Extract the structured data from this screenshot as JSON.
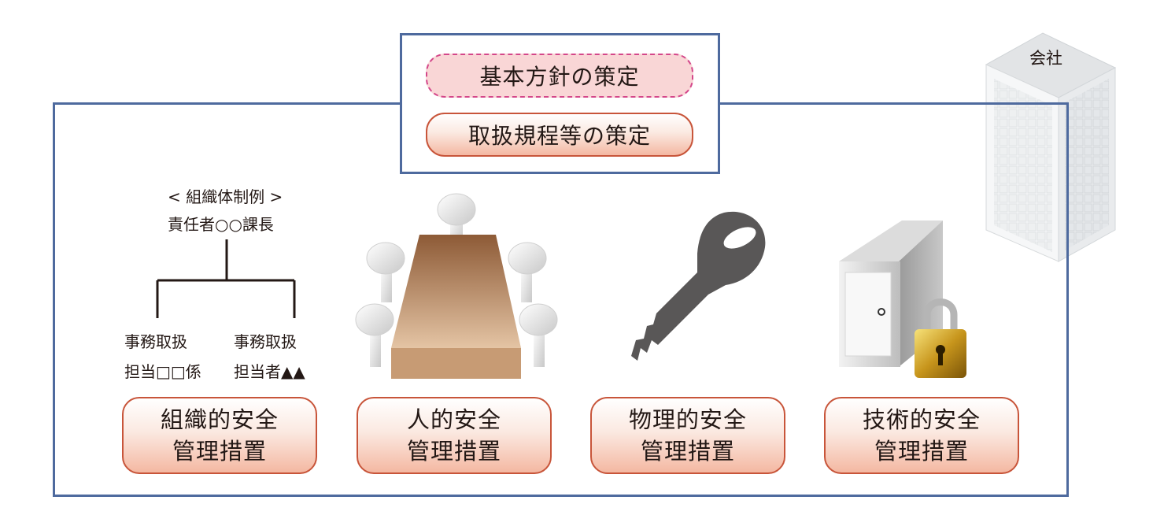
{
  "policy": {
    "basic_policy": "基本方針の策定",
    "handling_rules": "取扱規程等の策定"
  },
  "company_label": "会社",
  "org_example": {
    "title": "< 組織体制例 >",
    "head": "責任者○○課長",
    "left_line1": "事務取扱",
    "left_line2": "担当□□係",
    "right_line1": "事務取扱",
    "right_line2": "担当者▲▲"
  },
  "measures": [
    {
      "line1": "組織的安全",
      "line2": "管理措置"
    },
    {
      "line1": "人的安全",
      "line2": "管理措置"
    },
    {
      "line1": "物理的安全",
      "line2": "管理措置"
    },
    {
      "line1": "技術的安全",
      "line2": "管理措置"
    }
  ],
  "icons": [
    "table-meeting-icon",
    "key-icon",
    "server-lock-icon",
    "building-icon"
  ],
  "colors": {
    "frame": "#4e6a9e",
    "measure_border": "#c8553a",
    "policy_dashed_border": "#d4478a",
    "policy_fill": "#f9d6d6"
  }
}
